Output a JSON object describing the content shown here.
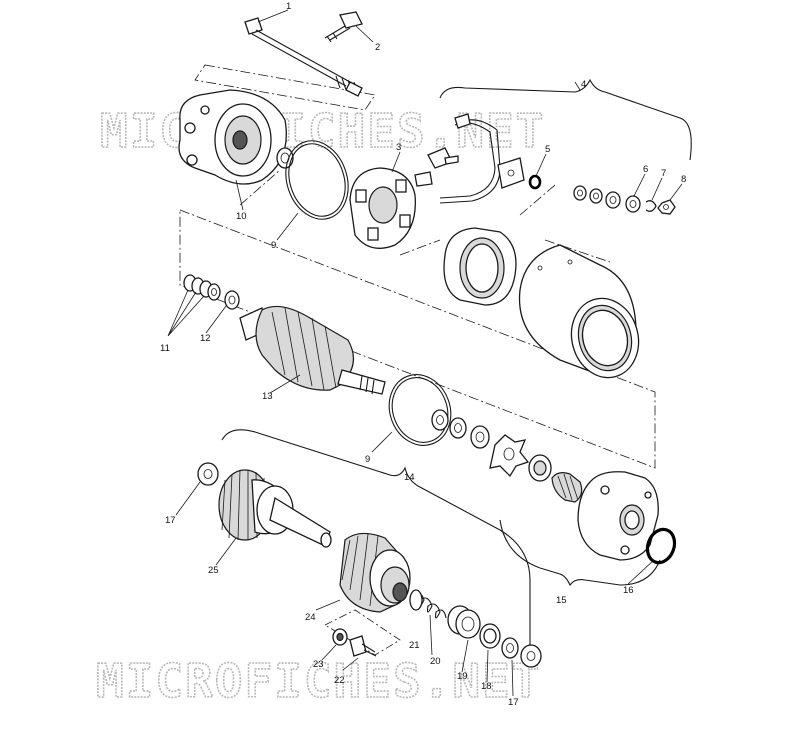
{
  "watermark_top": "MICROFICHES.NET",
  "watermark_bottom": "MICROFICHES.NET",
  "callouts": [
    {
      "label": "1"
    },
    {
      "label": "2"
    },
    {
      "label": "3"
    },
    {
      "label": "4"
    },
    {
      "label": "5"
    },
    {
      "label": "6"
    },
    {
      "label": "7"
    },
    {
      "label": "8"
    },
    {
      "label": "9"
    },
    {
      "label": "10"
    },
    {
      "label": "9"
    },
    {
      "label": "11"
    },
    {
      "label": "12"
    },
    {
      "label": "13"
    },
    {
      "label": "14"
    },
    {
      "label": "15"
    },
    {
      "label": "16"
    },
    {
      "label": "17"
    },
    {
      "label": "17"
    },
    {
      "label": "18"
    },
    {
      "label": "19"
    },
    {
      "label": "20"
    },
    {
      "label": "21"
    },
    {
      "label": "22"
    },
    {
      "label": "23"
    },
    {
      "label": "24"
    },
    {
      "label": "25"
    }
  ]
}
